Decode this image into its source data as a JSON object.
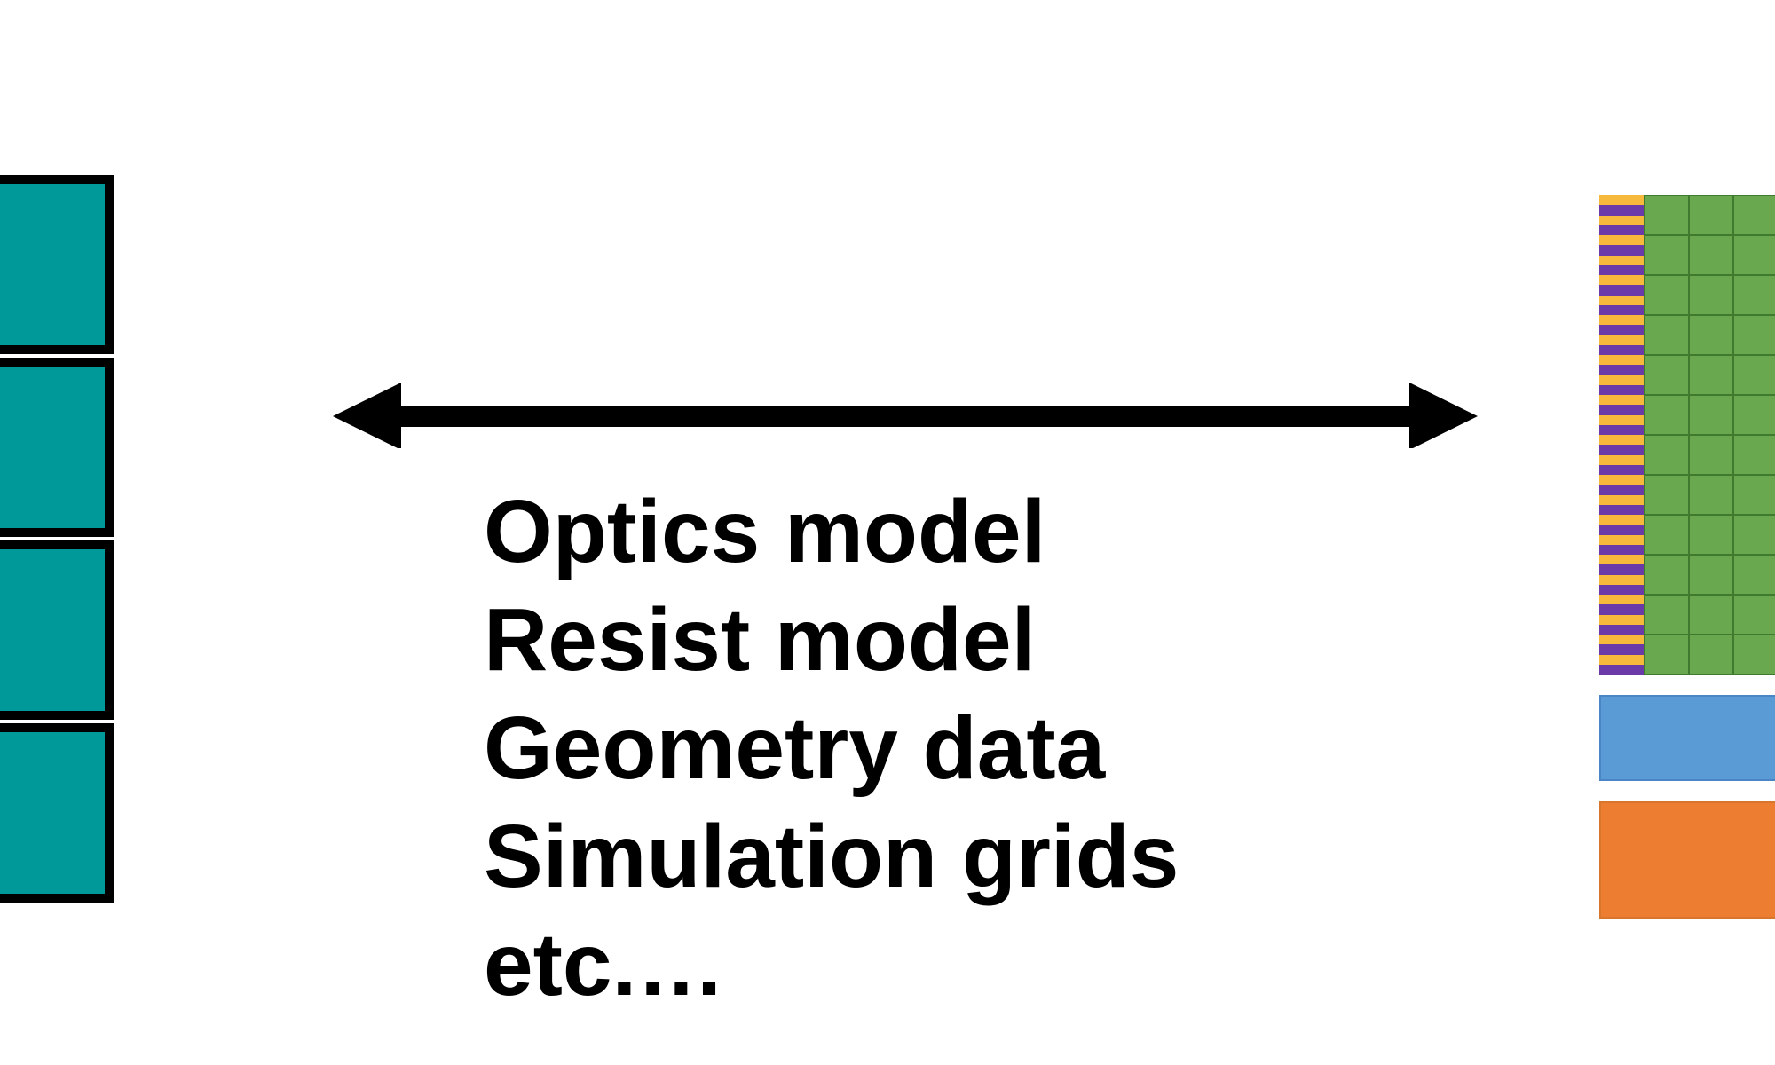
{
  "labels": [
    "Optics model",
    "Resist model",
    "Geometry data",
    "Simulation grids",
    "etc.…"
  ],
  "left_blocks": {
    "count": 4,
    "fill": "#00999a",
    "border": "#000000"
  },
  "arrow": {
    "shape": "double-headed-arrow",
    "color": "#000000"
  },
  "right_panel": {
    "stripe_colors": [
      "#f6b93b",
      "#6a3aa8"
    ],
    "grid_color": "#6aa84f",
    "grid_line_color": "#3f7a2e",
    "blue_bar_color": "#5b9bd5",
    "orange_bar_color": "#ed7d31"
  }
}
